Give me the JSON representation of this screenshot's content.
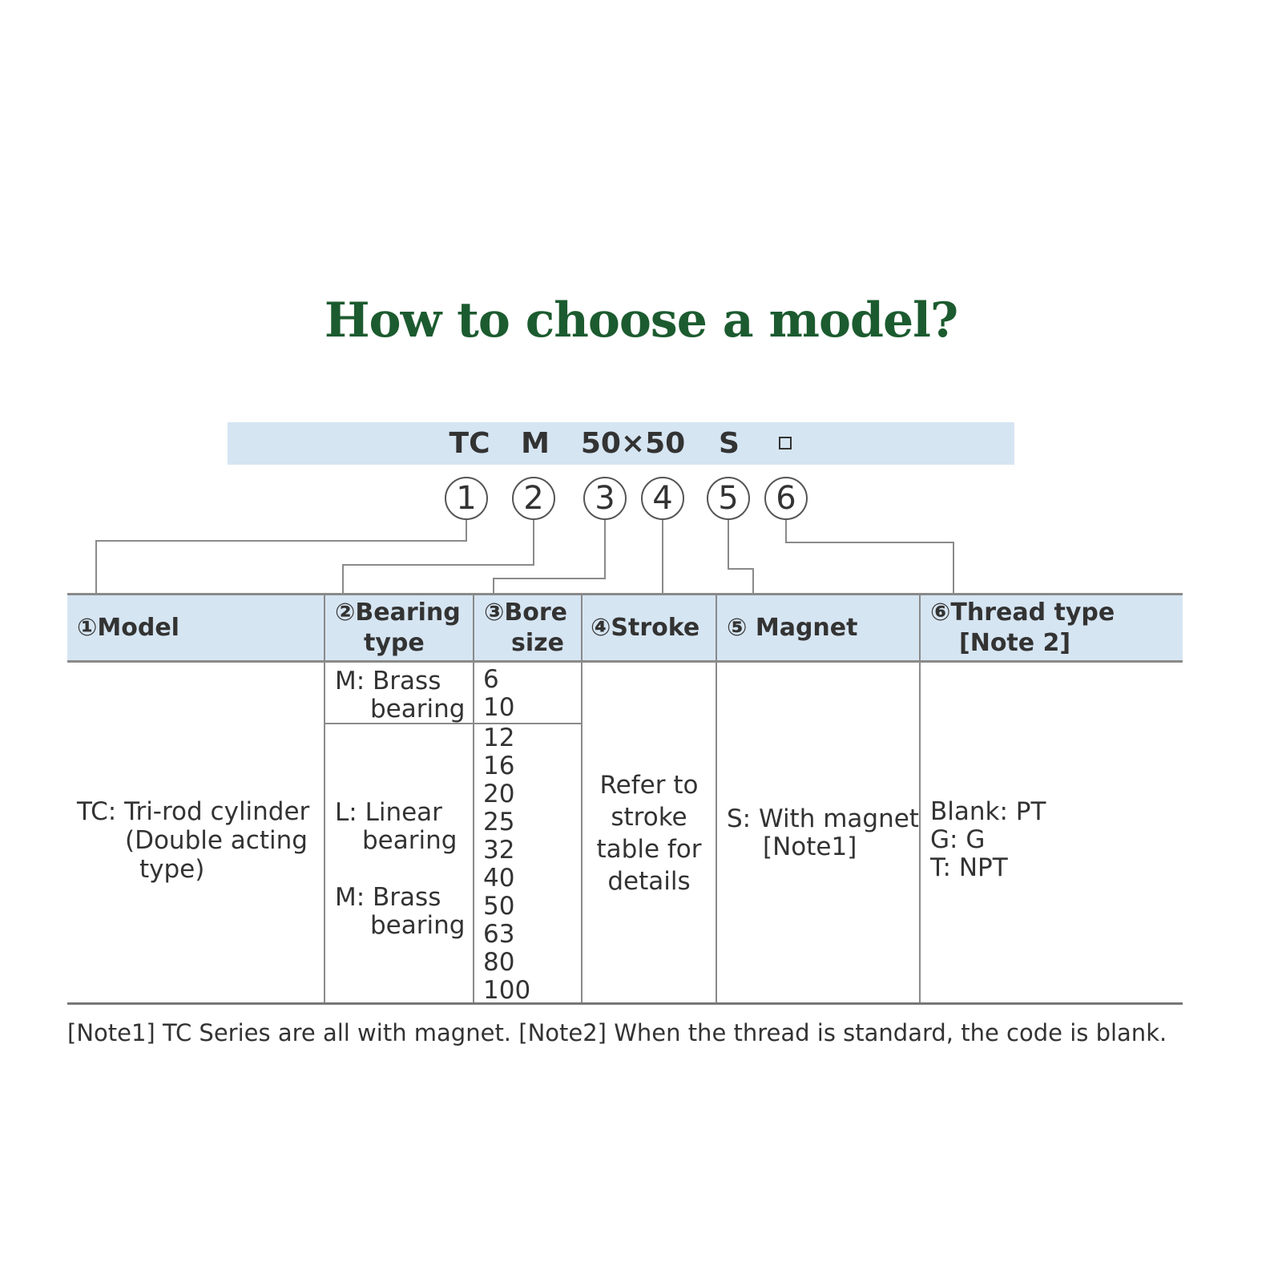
{
  "title": "How to choose a model?",
  "code": {
    "parts": [
      "TC",
      "M",
      "50×50",
      "S"
    ],
    "placeholder_symbol": "square-box"
  },
  "numbers": [
    "1",
    "2",
    "3",
    "4",
    "5",
    "6"
  ],
  "headers": {
    "model": "①Model",
    "bearing_line1": "②Bearing",
    "bearing_line2": "type",
    "bore_line1": "③Bore",
    "bore_line2": "size",
    "stroke": "④Stroke",
    "magnet": "⑤ Magnet",
    "thread_line1": "⑥Thread type",
    "thread_line2": "[Note 2]"
  },
  "model": {
    "line1": "TC: Tri-rod cylinder",
    "line2": "(Double acting",
    "line3": "type)"
  },
  "bearing": {
    "top_line1": "M: Brass",
    "top_line2": "bearing",
    "linear_line1": "L: Linear",
    "linear_line2": "bearing",
    "brass_line1": "M: Brass",
    "brass_line2": "bearing"
  },
  "bore_sizes_group1": [
    "6",
    "10"
  ],
  "bore_sizes_group2": [
    "12",
    "16",
    "20",
    "25",
    "32",
    "40",
    "50",
    "63",
    "80",
    "100"
  ],
  "stroke": {
    "line1": "Refer to",
    "line2": "stroke",
    "line3": "table for",
    "line4": "details"
  },
  "magnet": {
    "line1": "S: With magnet",
    "line2": "[Note1]"
  },
  "thread": {
    "line1": "Blank: PT",
    "line2": "G: G",
    "line3": "T: NPT"
  },
  "footnote": "[Note1] TC Series are all with magnet. [Note2] When the thread is standard, the code is blank.",
  "colors": {
    "title": "#1c5b2f",
    "header_bg": "#d6e5f2",
    "lines": "#8a8a8a",
    "text": "#333333"
  }
}
